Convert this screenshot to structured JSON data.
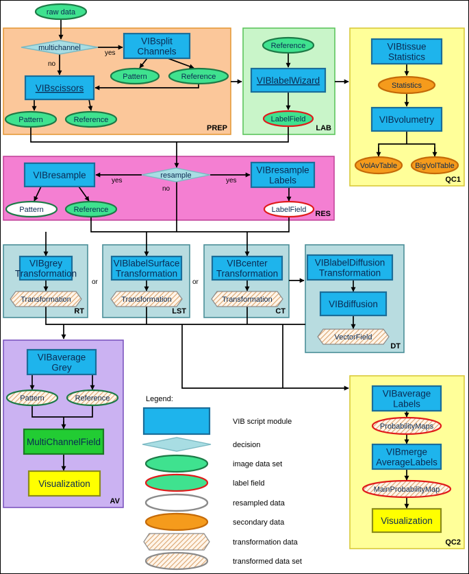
{
  "colors": {
    "module_fill": "#1eb4ec",
    "module_stroke": "#1a6d99",
    "image_fill": "#3fe28f",
    "image_stroke": "#1d7a47",
    "label_stroke": "#e01b1b",
    "secondary_fill": "#f59b1c",
    "decision_fill": "#a8dde3",
    "final_fill": "#ffff00",
    "multichannel_fill": "#22cc33",
    "hatch": "#d9a46e",
    "group_prep": "#fbc79a",
    "group_lab": "#c9f5c9",
    "group_qc": "#ffff99",
    "group_res": "#f47fd2",
    "group_trans": "#b8dce0",
    "group_av": "#cbb2f2"
  },
  "groups": [
    {
      "id": "prep",
      "label": "PREP"
    },
    {
      "id": "lab",
      "label": "LAB"
    },
    {
      "id": "qc1",
      "label": "QC1"
    },
    {
      "id": "res",
      "label": "RES"
    },
    {
      "id": "rt",
      "label": "RT"
    },
    {
      "id": "lst",
      "label": "LST"
    },
    {
      "id": "ct",
      "label": "CT"
    },
    {
      "id": "dt",
      "label": "DT"
    },
    {
      "id": "av",
      "label": "AV"
    },
    {
      "id": "qc2",
      "label": "QC2"
    }
  ],
  "nodes": [
    {
      "id": "raw",
      "kind": "image",
      "lines": [
        "raw data"
      ]
    },
    {
      "id": "multi",
      "kind": "decision",
      "lines": [
        "multichannel"
      ]
    },
    {
      "id": "split",
      "kind": "module",
      "lines": [
        "VIBsplit",
        "Channels"
      ]
    },
    {
      "id": "p1",
      "kind": "image",
      "lines": [
        "Pattern"
      ]
    },
    {
      "id": "r1",
      "kind": "image",
      "lines": [
        "Reference"
      ]
    },
    {
      "id": "sciss",
      "kind": "module",
      "lines": [
        "VIBscissors"
      ],
      "underline": true
    },
    {
      "id": "p2",
      "kind": "image",
      "lines": [
        "Pattern"
      ]
    },
    {
      "id": "r2",
      "kind": "image",
      "lines": [
        "Reference"
      ]
    },
    {
      "id": "labref",
      "kind": "image",
      "lines": [
        "Reference"
      ]
    },
    {
      "id": "wizard",
      "kind": "module",
      "lines": [
        "VIBlabelWizard"
      ],
      "underline": true
    },
    {
      "id": "lf1",
      "kind": "label",
      "lines": [
        "LabelField"
      ]
    },
    {
      "id": "tissue",
      "kind": "module",
      "lines": [
        "VIBtissue",
        "Statistics"
      ]
    },
    {
      "id": "stats",
      "kind": "secondary",
      "lines": [
        "Statistics"
      ]
    },
    {
      "id": "volum",
      "kind": "module",
      "lines": [
        "VIBvolumetry"
      ]
    },
    {
      "id": "volav",
      "kind": "secondary",
      "lines": [
        "VolAvTable"
      ]
    },
    {
      "id": "bigvol",
      "kind": "secondary",
      "lines": [
        "BigVolTable"
      ]
    },
    {
      "id": "resamp",
      "kind": "module",
      "lines": [
        "VIBresample"
      ]
    },
    {
      "id": "resdec",
      "kind": "decision",
      "lines": [
        "resample"
      ]
    },
    {
      "id": "resl",
      "kind": "module",
      "lines": [
        "VIBresample",
        "Labels"
      ]
    },
    {
      "id": "p3",
      "kind": "resampled",
      "lines": [
        "Pattern"
      ]
    },
    {
      "id": "r3",
      "kind": "resampled_image",
      "lines": [
        "Reference"
      ]
    },
    {
      "id": "lf2",
      "kind": "resampled_label",
      "lines": [
        "LabelField"
      ]
    },
    {
      "id": "grey",
      "kind": "module",
      "lines": [
        "VIBgrey",
        "Transformation"
      ]
    },
    {
      "id": "t1",
      "kind": "transformation",
      "lines": [
        "Transformation"
      ]
    },
    {
      "id": "surf",
      "kind": "module",
      "lines": [
        "VIBlabelSurface",
        "Transformation"
      ]
    },
    {
      "id": "t2",
      "kind": "transformation",
      "lines": [
        "Transformation"
      ]
    },
    {
      "id": "center",
      "kind": "module",
      "lines": [
        "VIBcenter",
        "Transformation"
      ]
    },
    {
      "id": "t3",
      "kind": "transformation",
      "lines": [
        "Transformation"
      ]
    },
    {
      "id": "ldiff",
      "kind": "module",
      "lines": [
        "VIBlabelDiffusion",
        "Transformation"
      ]
    },
    {
      "id": "diff",
      "kind": "module",
      "lines": [
        "VIBdiffusion"
      ]
    },
    {
      "id": "vf",
      "kind": "transformation",
      "lines": [
        "VectorField"
      ]
    },
    {
      "id": "avgrey",
      "kind": "module",
      "lines": [
        "VIBaverage",
        "Grey"
      ]
    },
    {
      "id": "p4",
      "kind": "transformed_image",
      "lines": [
        "Pattern"
      ]
    },
    {
      "id": "r4",
      "kind": "transformed_image",
      "lines": [
        "Reference"
      ]
    },
    {
      "id": "mcf",
      "kind": "multichannel",
      "lines": [
        "MultiChannelField"
      ]
    },
    {
      "id": "vis1",
      "kind": "final",
      "lines": [
        "Visualization"
      ]
    },
    {
      "id": "avlab",
      "kind": "module",
      "lines": [
        "VIBaverage",
        "Labels"
      ]
    },
    {
      "id": "pmaps",
      "kind": "transformed_label",
      "lines": [
        "ProbabilityMaps"
      ]
    },
    {
      "id": "merge",
      "kind": "module",
      "lines": [
        "VIBmerge",
        "AverageLabels"
      ]
    },
    {
      "id": "mpm",
      "kind": "transformed_label",
      "lines": [
        "MainProbabilityMap"
      ]
    },
    {
      "id": "vis2",
      "kind": "final",
      "lines": [
        "Visualization"
      ]
    }
  ],
  "edge_labels": [
    {
      "id": "yes-split",
      "text": "yes"
    },
    {
      "id": "no-sciss",
      "text": "no"
    },
    {
      "id": "yes-left",
      "text": "yes"
    },
    {
      "id": "no-down",
      "text": "no"
    },
    {
      "id": "yes-right",
      "text": "yes"
    },
    {
      "id": "or-1",
      "text": "or"
    },
    {
      "id": "or-2",
      "text": "or"
    }
  ],
  "legend": {
    "title": "Legend:",
    "items": [
      {
        "kind": "module",
        "text": "VIB script module"
      },
      {
        "kind": "decision",
        "text": "decision"
      },
      {
        "kind": "image",
        "text": "image data set"
      },
      {
        "kind": "label",
        "text": "label field"
      },
      {
        "kind": "resampled",
        "text": "resampled data"
      },
      {
        "kind": "secondary",
        "text": "secondary data"
      },
      {
        "kind": "transformation",
        "text": "transformation data"
      },
      {
        "kind": "transformed",
        "text": "transformed data set"
      }
    ]
  }
}
